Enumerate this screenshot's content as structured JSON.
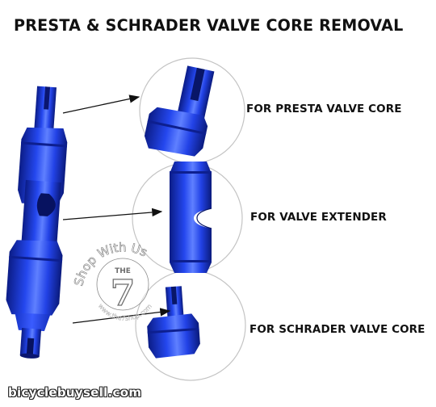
{
  "title": "PRESTA & SCHRADER VALVE CORE REMOVAL",
  "labels": {
    "presta": "FOR PRESTA VALVE CORE",
    "extender": "FOR VALVE EXTENDER",
    "schrader": "FOR SCHRADER VALVE CORE"
  },
  "watermark": {
    "arc_text": "Shop With Us",
    "badge_top": "THE",
    "badge_number": "7",
    "url": "www.the7shop.com"
  },
  "footer": "bicyclebuysell.com",
  "colors": {
    "tool_blue": "#1f3fe0",
    "tool_dark": "#0c1f8a",
    "tool_light": "#5c7cff",
    "circle_outline": "#bfbfbf",
    "arrow": "#111111"
  }
}
